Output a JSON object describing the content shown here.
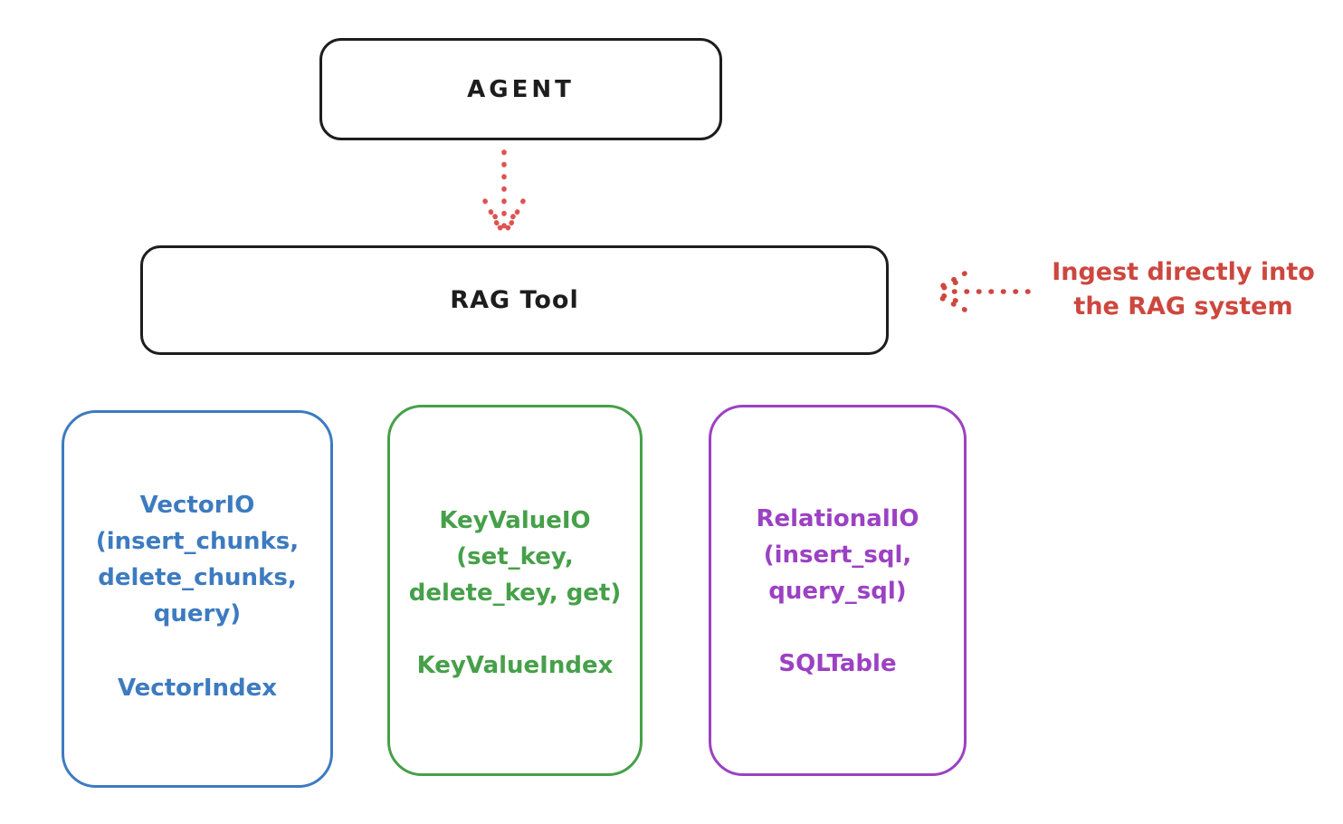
{
  "colors": {
    "ink": "#1d1d1d",
    "annotation_red": "#cd473e",
    "vector_blue": "#3d7bc0",
    "keyvalue_green": "#46a049",
    "relational_purple": "#9c41c3",
    "background": "#ffffff"
  },
  "agent_box": {
    "label": "AGENT"
  },
  "rag_tool_box": {
    "label": "RAG Tool"
  },
  "annotation": {
    "line1": "Ingest directly into",
    "line2": "the RAG system"
  },
  "io_boxes": [
    {
      "lines": [
        "VectorIO",
        "(insert_chunks,",
        "delete_chunks,",
        "query)"
      ],
      "index_label": "VectorIndex",
      "color": "#3d7bc0"
    },
    {
      "lines": [
        "KeyValueIO",
        "(set_key,",
        "delete_key, get)"
      ],
      "index_label": "KeyValueIndex",
      "color": "#46a049"
    },
    {
      "lines": [
        "RelationalIO",
        "(insert_sql,",
        "query_sql)"
      ],
      "index_label": "SQLTable",
      "color": "#9c41c3"
    }
  ]
}
